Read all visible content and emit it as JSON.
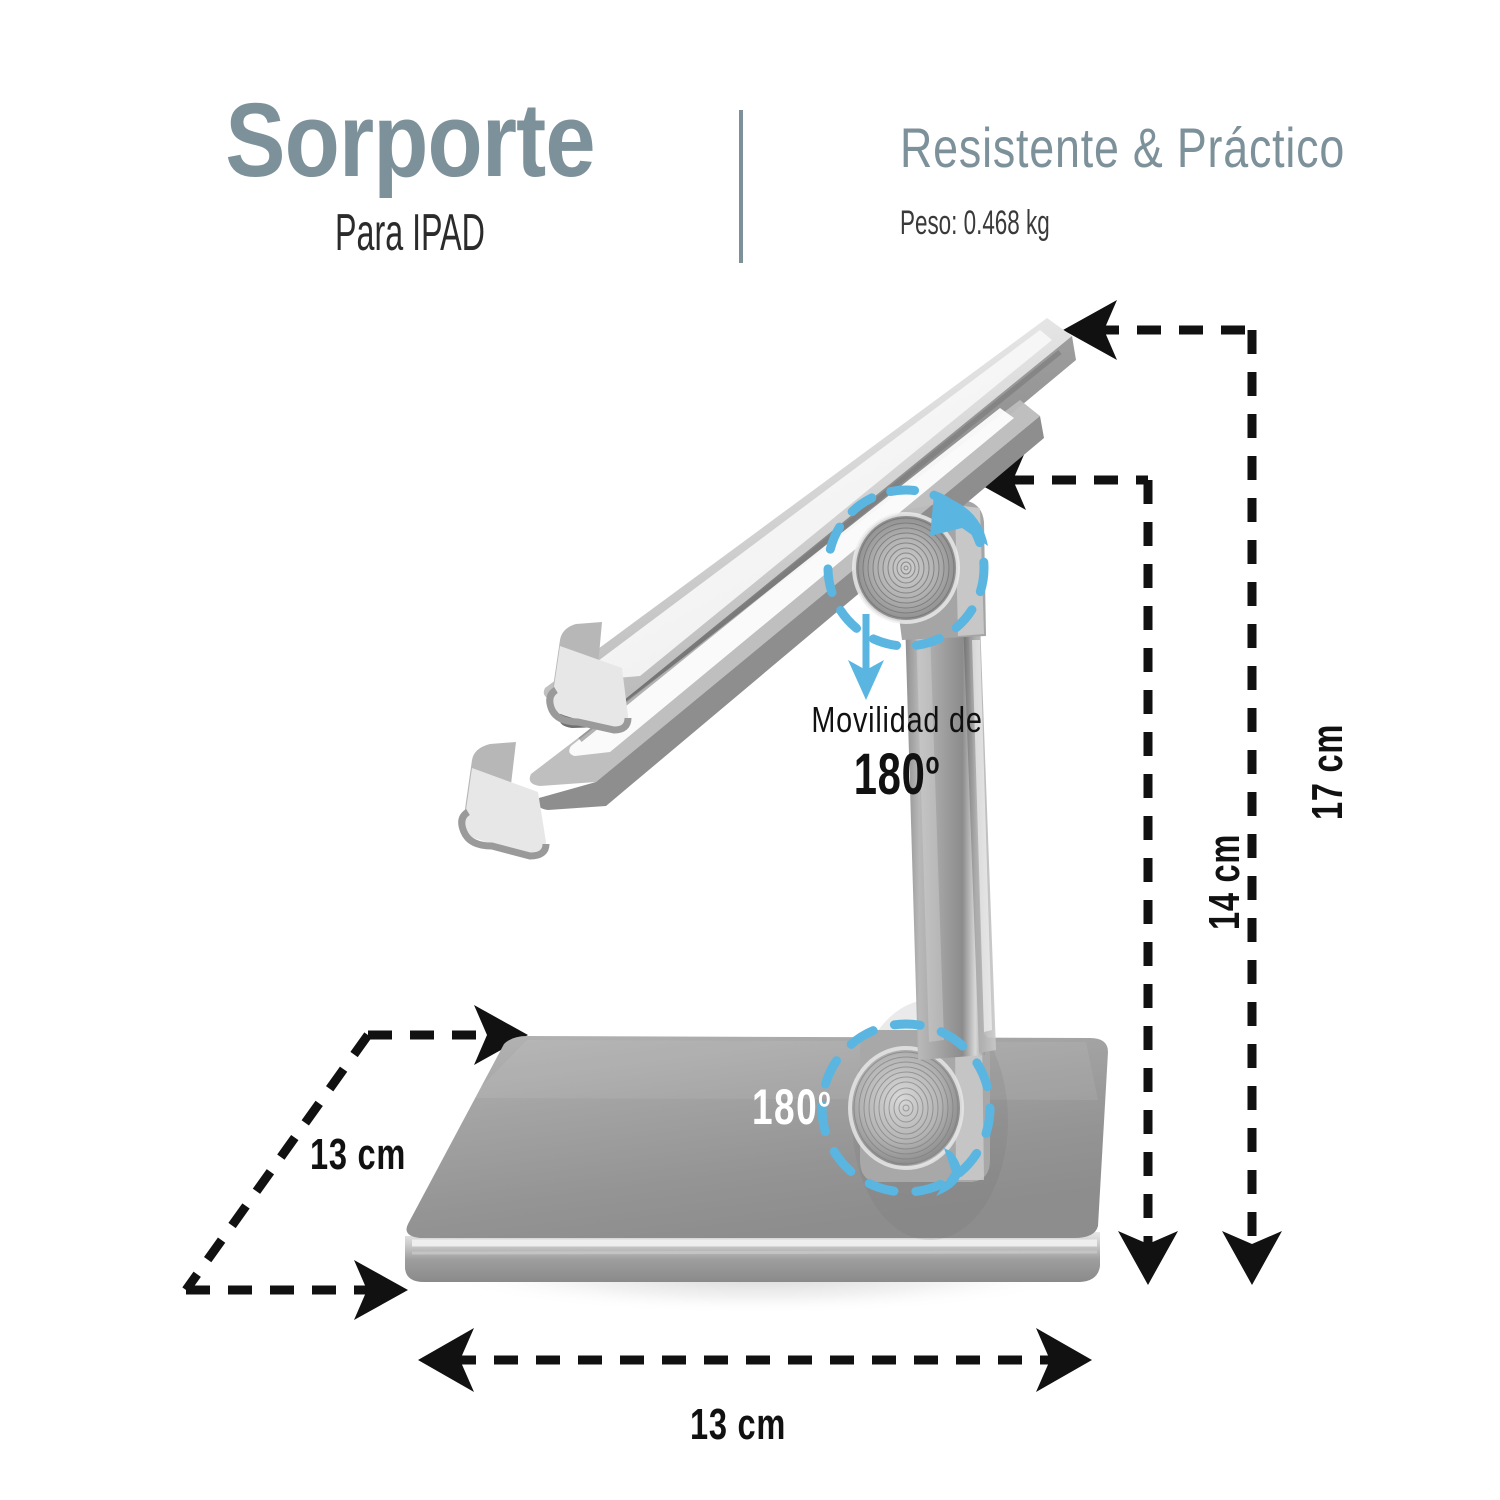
{
  "header": {
    "title": "Sorporte",
    "subtitle": "Para IPAD",
    "tagline": "Resistente & Práctico",
    "weight": "Peso: 0.468 kg",
    "divider": "vertical-divider"
  },
  "colors": {
    "title_slate": "#7d919b",
    "accent_cyan": "#5ab6e0",
    "annotation_black": "#111111",
    "metal_gray": "#9a9a9a"
  },
  "annotations": {
    "mobility_line1": "Movilidad de",
    "mobility_value": "180",
    "mobility_degree": "o",
    "base_rotation_value": "180",
    "base_rotation_degree": "o"
  },
  "dimensions": {
    "height_total": "17 cm",
    "height_hinge": "14 cm",
    "base_depth": "13 cm",
    "base_width": "13 cm"
  },
  "product": {
    "name": "ipad-stand",
    "parts": {
      "support_plate": "tablet-support-plate",
      "lip_hooks": "tablet-lip-hooks",
      "upper_hinge": "upper-knurled-hinge",
      "column": "vertical-support-column",
      "lower_hinge": "lower-knurled-hinge",
      "base_plate": "base-plate"
    }
  }
}
